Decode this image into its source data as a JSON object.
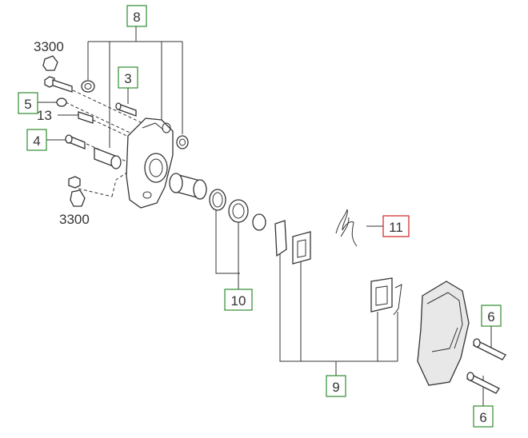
{
  "labels": {
    "l8": "8",
    "l3": "3",
    "l5": "5",
    "l4": "4",
    "l10": "10",
    "l11": "11",
    "l9": "9",
    "l6a": "6",
    "l6b": "6",
    "t3300a": "3300",
    "t13": "13",
    "t3300b": "3300"
  },
  "colors": {
    "box_green": "#2e8b2e",
    "box_red": "#cc2222",
    "line": "#333333"
  }
}
